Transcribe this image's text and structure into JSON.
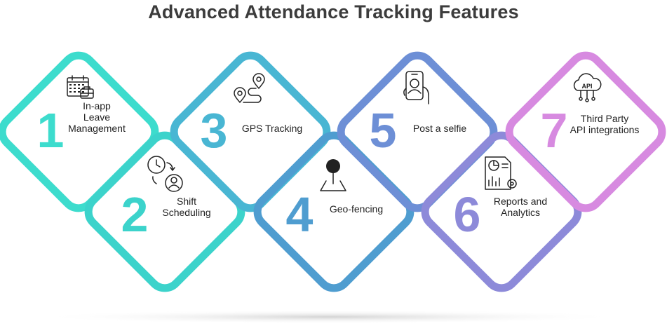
{
  "title": "Advanced Attendance Tracking Features",
  "features": [
    {
      "number": "1",
      "label_lines": [
        "In-app",
        "Leave",
        "Management"
      ],
      "icon": "calendar-briefcase-icon",
      "color": "#3ddccd"
    },
    {
      "number": "2",
      "label_lines": [
        "Shift",
        "Scheduling"
      ],
      "icon": "clock-user-icon",
      "color": "#3cd3cb"
    },
    {
      "number": "3",
      "label_lines": [
        "GPS Tracking"
      ],
      "icon": "gps-route-icon",
      "color": "#49b6d3"
    },
    {
      "number": "4",
      "label_lines": [
        "Geo-fencing"
      ],
      "icon": "map-pin-icon",
      "color": "#4f9dd0"
    },
    {
      "number": "5",
      "label_lines": [
        "Post a selfie"
      ],
      "icon": "phone-selfie-icon",
      "color": "#6d8fd6"
    },
    {
      "number": "6",
      "label_lines": [
        "Reports and",
        "Analytics"
      ],
      "icon": "report-analytics-icon",
      "color": "#8d8ad9"
    },
    {
      "number": "7",
      "label_lines": [
        "Third Party",
        "API integrations"
      ],
      "icon": "cloud-api-icon",
      "color": "#d78ae0"
    }
  ],
  "icon_text": {
    "api": "API"
  }
}
